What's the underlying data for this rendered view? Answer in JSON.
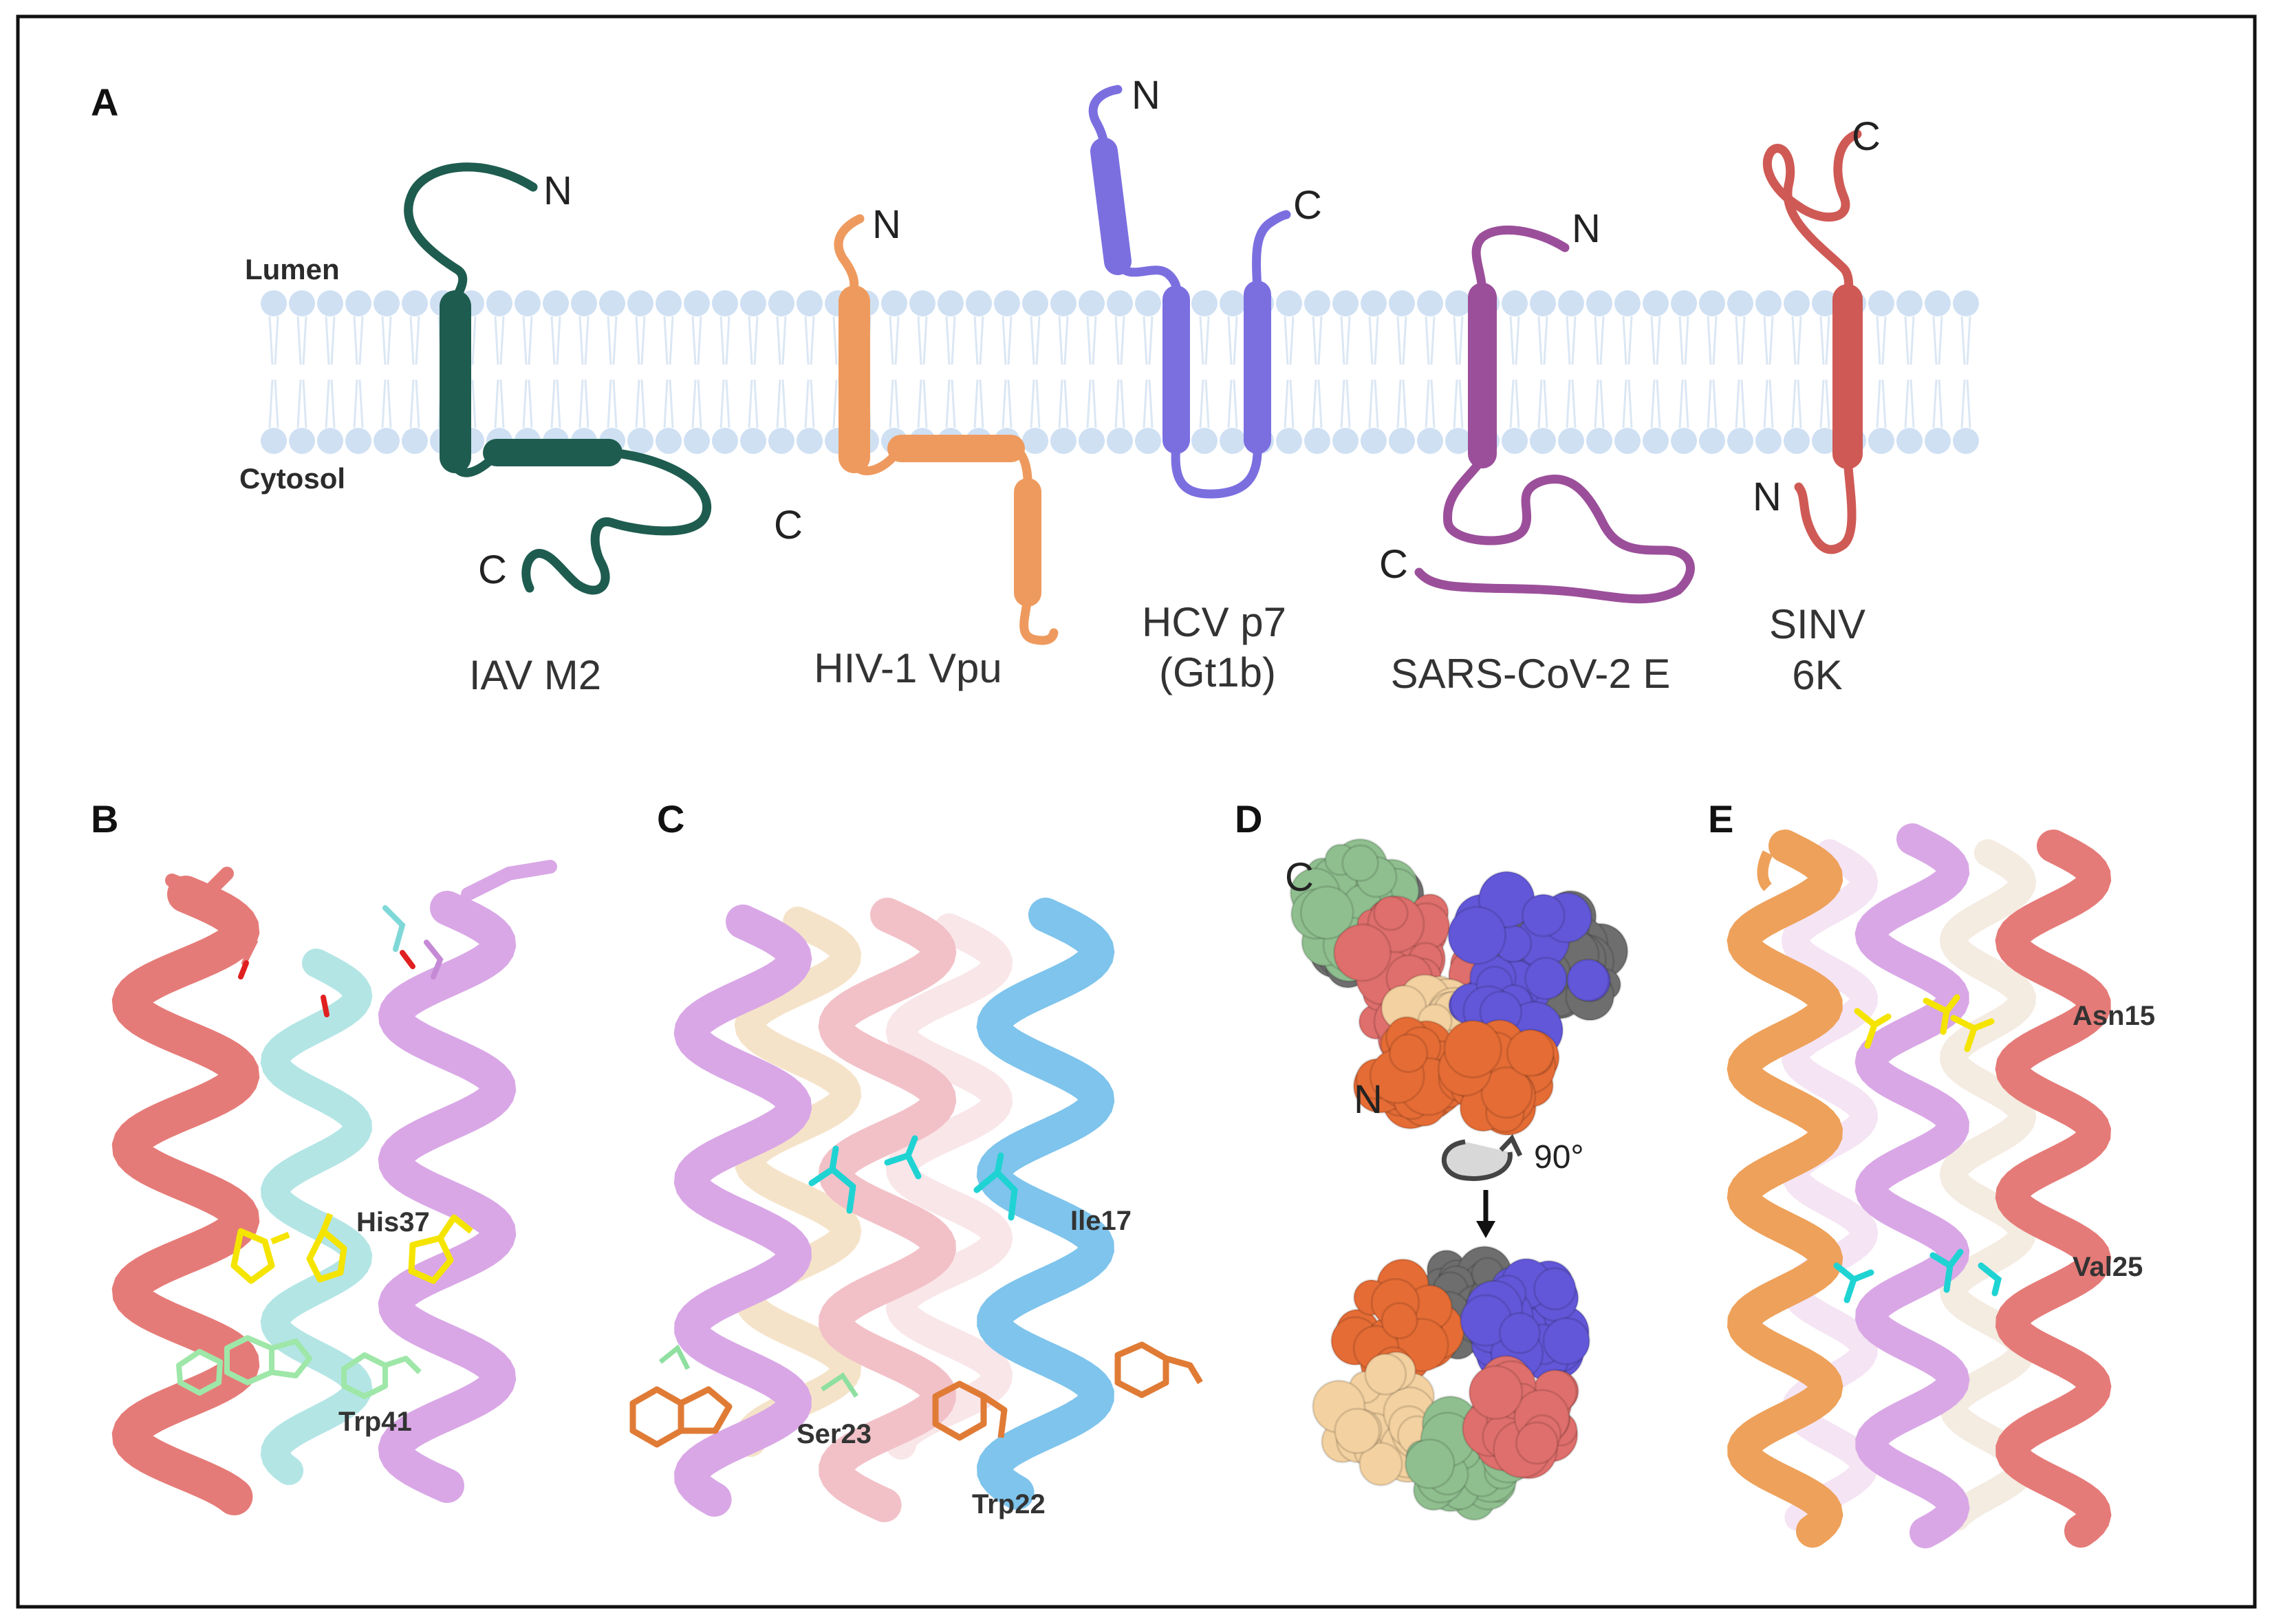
{
  "panels": {
    "a": {
      "letter": "A",
      "lumen_label": "Lumen",
      "cytosol_label": "Cytosol"
    },
    "b": {
      "letter": "B",
      "residues": [
        "His37",
        "Trp41"
      ]
    },
    "c": {
      "letter": "C",
      "residues": [
        "Ile17",
        "Ser23",
        "Trp22"
      ]
    },
    "d": {
      "letter": "D",
      "c_label": "C",
      "n_label": "N",
      "rotation": "90°"
    },
    "e": {
      "letter": "E",
      "residues": [
        "Asn15",
        "Val25"
      ]
    }
  },
  "proteins": [
    {
      "name_lines": [
        "IAV M2"
      ],
      "n_label": "N",
      "c_label": "C",
      "color": "#1e5c4f"
    },
    {
      "name_lines": [
        "HIV-1 Vpu"
      ],
      "n_label": "N",
      "c_label": "C",
      "color": "#ee9a5e"
    },
    {
      "name_lines": [
        "HCV p7",
        "(Gt1b)"
      ],
      "n_label": "N",
      "c_label": "C",
      "color": "#7b6fe0"
    },
    {
      "name_lines": [
        "SARS-CoV-2 E"
      ],
      "n_label": "N",
      "c_label": "C",
      "color": "#9b4f9a"
    },
    {
      "name_lines": [
        "SINV",
        "6K"
      ],
      "n_label": "N",
      "c_label": "C",
      "color": "#cf5a55"
    }
  ],
  "colors": {
    "membrane_head": "#cfe0f3",
    "membrane_tail": "#dbe7f4",
    "helix_salmon": "#e57b78",
    "helix_cyan": "#a6e1e1",
    "helix_lilac": "#d9a7e6",
    "helix_pink": "#f2c1c8",
    "helix_blue": "#7ec4ec",
    "helix_tan": "#f2dcbc",
    "helix_orange": "#eea15a",
    "residue_yellow": "#f4e400",
    "residue_green": "#9ee7a8",
    "residue_cyan": "#1fd3d3",
    "residue_orange": "#e07b36",
    "surface_green": "#8fbf8f",
    "surface_salmon": "#df6f6c",
    "surface_blue": "#6257d8",
    "surface_gray": "#6e6e6e",
    "surface_orange": "#e56c35",
    "surface_tan": "#f3d1a0"
  }
}
